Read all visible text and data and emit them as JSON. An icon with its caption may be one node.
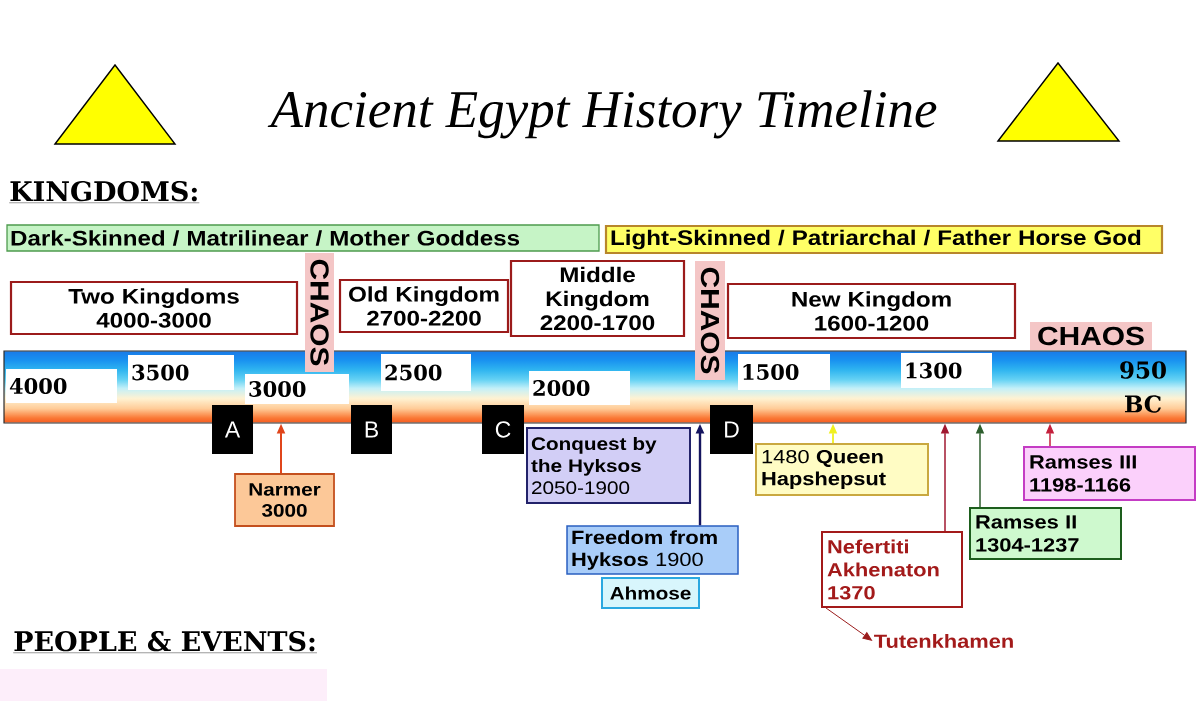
{
  "diagram": {
    "title": "Ancient Egypt History Timeline",
    "nodes": [
      {
        "text": [
          "Dark-Skinned / Matrilinear / Mother Goddess"
        ]
      },
      {
        "text": [
          "Light-Skinned / Patriarchal / Father Horse God"
        ]
      },
      {
        "text": [
          "CHAOS"
        ]
      },
      {
        "text": [
          "Two Kingdoms",
          "4000-3000"
        ]
      },
      {
        "text": [
          "Old Kingdom",
          "2700-2200"
        ]
      },
      {
        "text": [
          "Middle Kingdom",
          "2200-1700"
        ]
      },
      {
        "text": [
          "CHAOS"
        ]
      },
      {
        "text": [
          "New Kingdom",
          "1600-1200"
        ]
      },
      {
        "text": [
          "CHAOS"
        ]
      },
      {
        "text": [
          "950 BC"
        ]
      },
      {
        "text": [
          "4000"
        ],
        "in": 9
      },
      {
        "text": [
          "3500"
        ],
        "in": 9
      },
      {
        "text": [
          "3000"
        ],
        "in": 9
      },
      {
        "text": [
          "2500"
        ],
        "in": 9
      },
      {
        "text": [
          "2000"
        ],
        "in": 9
      },
      {
        "text": [
          "1500"
        ],
        "in": 9
      },
      {
        "text": [
          "1300"
        ],
        "in": 9
      },
      {
        "text": [
          "A"
        ]
      },
      {
        "text": [
          "B"
        ]
      },
      {
        "text": [
          "C"
        ]
      },
      {
        "text": [
          "D"
        ]
      },
      {
        "text": [
          "Narmer",
          "3000"
        ]
      },
      {
        "text": [
          "Conquest by the Hyksos",
          "2050-1900"
        ]
      },
      {
        "text": [
          "**Freedom from Hyksos** 1900"
        ]
      },
      {
        "text": [
          "Ahmose"
        ]
      },
      {
        "text": [
          "1480 **Queen Hapshepsut**"
        ]
      },
      {
        "text": [
          "Nefertiti",
          "Akhenaton",
          "1370"
        ]
      },
      {
        "text": [
          "Tutenkhamen"
        ]
      },
      {
        "text": [
          "Ramses III",
          "1198-1166"
        ]
      },
      {
        "text": [
          "Ramses II",
          "1304-1237"
        ]
      }
    ],
    "edges": [
      {
        "from": 21,
        "to": 9,
        "arrow": "to",
        "color": "#e0451b"
      },
      {
        "from": 23,
        "to": 9,
        "arrow": "to",
        "color": "#151560"
      },
      {
        "from": 25,
        "to": 9,
        "arrow": "to",
        "color": "#f0f020"
      },
      {
        "from": 26,
        "to": 9,
        "arrow": "to",
        "color": "#a01830"
      },
      {
        "from": 29,
        "to": 9,
        "arrow": "to",
        "color": "#2e5e2e"
      },
      {
        "from": 28,
        "to": 9,
        "arrow": "to",
        "color": "#c4203c"
      },
      {
        "from": 26,
        "to": 27,
        "arrow": "to",
        "color": "#9b1b1b"
      }
    ],
    "labels": [
      "KINGDOMS:",
      "PEOPLE & EVENTS:"
    ]
  }
}
